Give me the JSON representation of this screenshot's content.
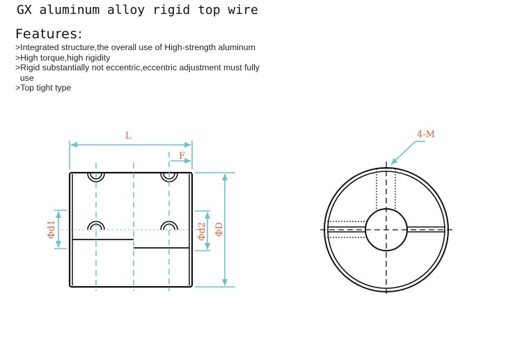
{
  "title": "GX aluminum alloy rigid top wire",
  "features_heading": "Features:",
  "features": [
    ">Integrated structure,the overall use of High-strength aluminum",
    ">High torque,high rigidity",
    ">Rigid substantially not eccentric,eccentric adjustment must fully\n  use",
    ">Top tight type"
  ],
  "dimensions": {
    "L": "L",
    "F": "F",
    "d1": "Φd1",
    "d2": "Φd2",
    "D": "ΦD",
    "M": "4-M"
  },
  "colors": {
    "dimension": "#6cc3cf",
    "label": "#e0603a",
    "outline": "#111111"
  }
}
